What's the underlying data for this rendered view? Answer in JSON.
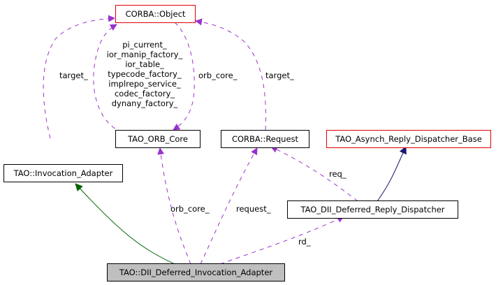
{
  "nodes": {
    "corba_object": {
      "label": "CORBA::Object",
      "border": "#e00000"
    },
    "orb_core": {
      "label": "TAO_ORB_Core"
    },
    "corba_request": {
      "label": "CORBA::Request"
    },
    "asynch_base": {
      "label": "TAO_Asynch_Reply_Dispatcher_Base",
      "border": "#e00000"
    },
    "invocation_adapter": {
      "label": "TAO::Invocation_Adapter"
    },
    "dii_reply_dispatcher": {
      "label": "TAO_DII_Deferred_Reply_Dispatcher"
    },
    "dii_invocation_adapter": {
      "label": "TAO::DII_Deferred_Invocation_Adapter",
      "fill": "#bfbfbf"
    }
  },
  "edges": {
    "target_left": "target_",
    "orb_core_members": [
      "pi_current_",
      "ior_manip_factory_",
      "ior_table_",
      "typecode_factory_",
      "implrepo_service_",
      "codec_factory_",
      "dynany_factory_"
    ],
    "orb_core_upper": "orb_core_",
    "target_right": "target_",
    "req": "req_",
    "orb_core_lower": "orb_core_",
    "request": "request_",
    "rd": "rd_"
  },
  "colors": {
    "usage_edge": "#9a32cd",
    "inherit_public": "#006400",
    "inherit_base": "#191970"
  }
}
